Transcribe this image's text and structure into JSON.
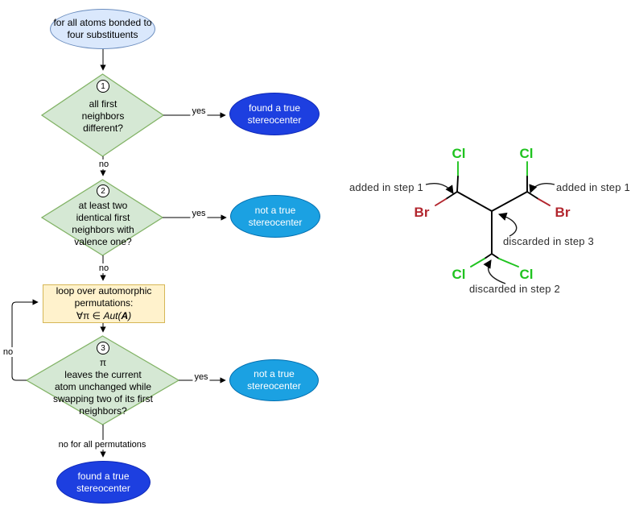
{
  "flowchart": {
    "start_label": "for all atoms bonded to\nfour substituents",
    "step1": {
      "number": "1",
      "question": "all first\nneighbors\ndifferent?"
    },
    "step2": {
      "number": "2",
      "question": "at least two\nidentical first\nneighbors with\nvalence one?"
    },
    "step3": {
      "number": "3",
      "question": "π\nleaves the current\natom unchanged while\nswapping two of its first\nneighbors?"
    },
    "loop_box": {
      "title": "loop over automorphic\npermutations:",
      "formula_prefix": "∀π ∈ ",
      "formula_func": "Aut(",
      "formula_arg": "A",
      "formula_close": ")"
    },
    "edge_labels": {
      "yes1": "yes",
      "no1": "no",
      "yes2": "yes",
      "no2": "no",
      "yes3": "yes",
      "no_loop": "no",
      "final": "no for all permutations"
    },
    "outcomes": {
      "found_true_1": "found a true\nstereocenter",
      "not_true_1": "not a true\nstereocenter",
      "not_true_2": "not a true\nstereocenter",
      "found_true_final": "found a true\nstereocenter"
    },
    "colors": {
      "start_fill": "#dae8fc",
      "start_stroke": "#6c8ebf",
      "decision_fill": "#d5e8d4",
      "decision_stroke": "#82b366",
      "loop_fill": "#fff2cc",
      "loop_stroke": "#d6b656",
      "true_fill": "#1d3fe0",
      "true_stroke": "#0e28b8",
      "not_fill": "#1ba1e2",
      "not_stroke": "#006eaf"
    }
  },
  "molecule": {
    "atom_labels": {
      "cl_top_left": "Cl",
      "cl_top_right": "Cl",
      "br_left": "Br",
      "br_right": "Br",
      "cl_bottom_left": "Cl",
      "cl_bottom_right": "Cl"
    },
    "annotations": {
      "added_left": "added in step 1",
      "added_right": "added in step 1",
      "discarded_center": "discarded in step 3",
      "discarded_bottom": "discarded in step 2"
    },
    "colors": {
      "chlorine": "#1fc31f",
      "bromine": "#b2262e",
      "bond": "#000000"
    }
  }
}
